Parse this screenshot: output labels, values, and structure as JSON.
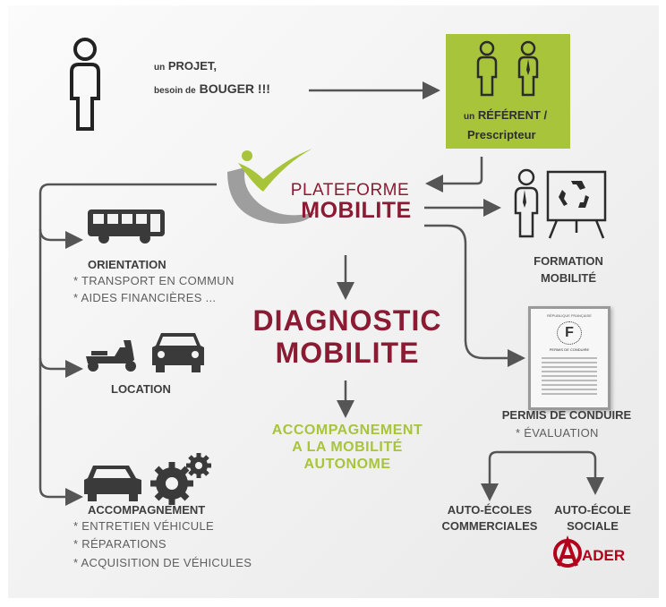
{
  "project": {
    "prefix1": "un",
    "word1": "PROJET,",
    "prefix2": "besoin de",
    "word2": "BOUGER !!!"
  },
  "referent": {
    "prefix": "un",
    "word": "RÉFÉRENT /",
    "line2": "Prescripteur"
  },
  "platform": {
    "line1": "PLATEFORME",
    "line2": "MOBILITE"
  },
  "diagnostic": {
    "line1": "DIAGNOSTIC",
    "line2": "MOBILITE"
  },
  "accompaniment": {
    "line1": "ACCOMPAGNEMENT",
    "line2": "A LA MOBILITÉ",
    "line3": "AUTONOME"
  },
  "formation": {
    "line1": "FORMATION",
    "line2": "MOBILITÉ"
  },
  "orientation": {
    "title": "ORIENTATION",
    "items": [
      "* TRANSPORT EN COMMUN",
      "* AIDES FINANCIÈRES ..."
    ]
  },
  "location": {
    "title": "LOCATION"
  },
  "accompagnement": {
    "title": "ACCOMPAGNEMENT",
    "items": [
      "* ENTRETIEN VÉHICULE",
      "* RÉPARATIONS",
      "* ACQUISITION DE VÉHICULES"
    ]
  },
  "permis": {
    "title": "PERMIS DE CONDUIRE",
    "items": [
      "* ÉVALUATION"
    ],
    "card_line1": "RÉPUBLIQUE FRANÇAISE",
    "card_letter": "F",
    "card_line2": "PERMIS DE CONDUIRE"
  },
  "ecoles": {
    "commercial1": "AUTO-ÉCOLES",
    "commercial2": "COMMERCIALES",
    "social1": "AUTO-ÉCOLE",
    "social2": "SOCIALE"
  },
  "ader": {
    "logo": "ADER"
  },
  "colors": {
    "green": "#a8c43a",
    "maroon": "#8b1a33",
    "dark": "#3a3a3a",
    "grey": "#5e5e5e"
  }
}
